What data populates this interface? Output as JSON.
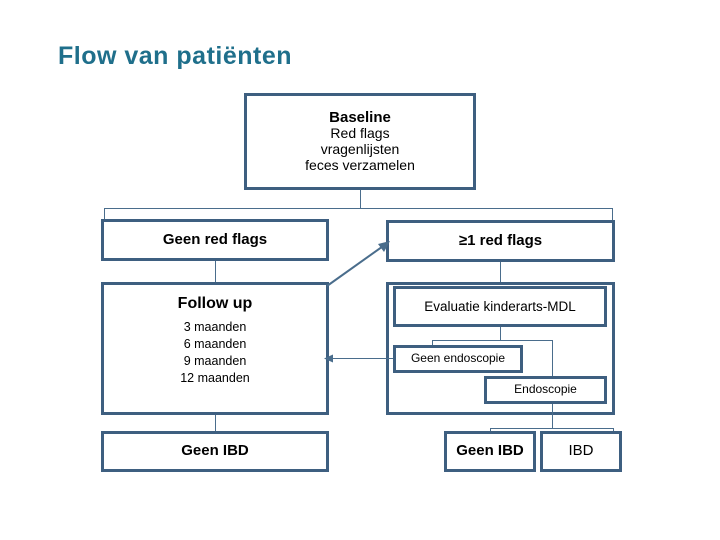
{
  "slide": {
    "title": "Flow van patiënten",
    "title_color": "#1f6f8b",
    "box_border_color": "#3e5f80",
    "connector_color": "#4a6d8c",
    "background": "#ffffff"
  },
  "nodes": {
    "baseline": {
      "heading": "Baseline",
      "line1": "Red flags",
      "line2": "vragenlijsten",
      "line3": "feces verzamelen"
    },
    "no_red_flags": {
      "label": "Geen red flags"
    },
    "one_or_more_red_flags": {
      "label": "≥1 red flags"
    },
    "follow_up": {
      "heading": "Follow up",
      "items": [
        "3 maanden",
        "6 maanden",
        "9 maanden",
        "12 maanden"
      ]
    },
    "evaluation": {
      "label": "Evaluatie kinderarts-MDL"
    },
    "no_endoscopy": {
      "label": "Geen endoscopie"
    },
    "endoscopy": {
      "label": "Endoscopie"
    },
    "left_outcome": {
      "label": "Geen IBD"
    },
    "right_outcome_no_ibd": {
      "label": "Geen IBD"
    },
    "right_outcome_ibd": {
      "label": "IBD"
    }
  }
}
